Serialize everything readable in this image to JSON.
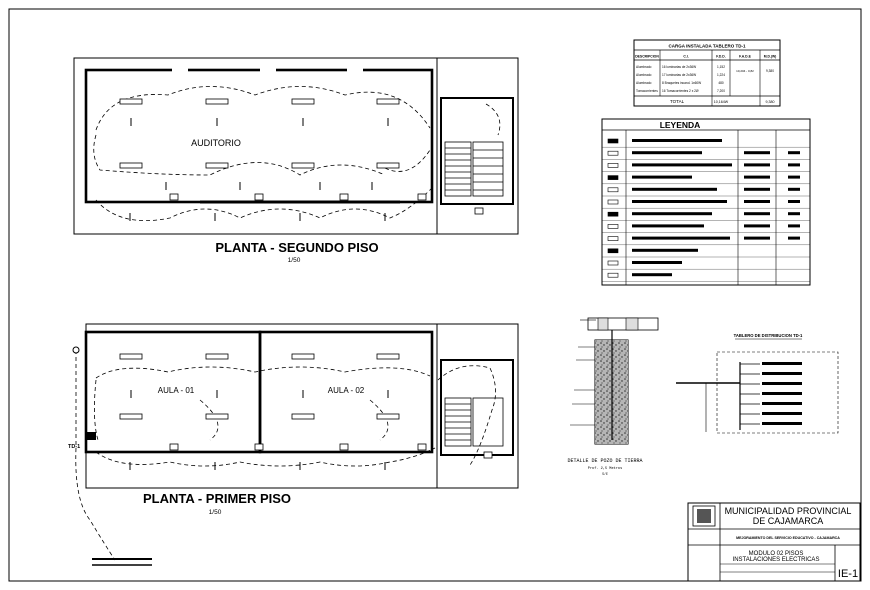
{
  "plans": {
    "upper": {
      "title": "PLANTA - SEGUNDO PISO",
      "scale": "1/50",
      "room": "AUDITORIO"
    },
    "lower": {
      "title": "PLANTA - PRIMER PISO",
      "scale": "1/50",
      "rooms": [
        "AULA - 01",
        "AULA - 02"
      ],
      "panel_tag": "TD-1"
    }
  },
  "load_table": {
    "title": "CARGA INSTALADA TABLERO TD-1",
    "headers": [
      "DESCRIPCION",
      "C.I.",
      "F.D.D.",
      "F.A.D.E",
      "M.D.(W)"
    ],
    "rows": [
      [
        "Alumbrado",
        "16 luminarias de 2x36W",
        "1,152",
        "10,204 - 0,82",
        "9,380"
      ],
      [
        "Alumbrado",
        "17 luminarias de 2x36W",
        "1,224",
        "",
        ""
      ],
      [
        "Alumbrado",
        "8 Braquetes incand. 1x60W",
        "480",
        "",
        ""
      ],
      [
        "Tomacorrientes",
        "16 Tomacorrientes 2 x 2Ø",
        "7,200",
        "",
        ""
      ]
    ],
    "total_label": "TOTAL",
    "total_ci": "10,164W",
    "total_md": "9,380"
  },
  "legend": {
    "title": "LEYENDA",
    "row_count": 12
  },
  "well_detail": {
    "title": "DETALLE DE POZO DE TIERRA",
    "subtitle": "Prof. 2,5 Metros",
    "scale": "S/E"
  },
  "board_schematic": {
    "title": "TABLERO DE DISTRIBUCION TD-1"
  },
  "title_block": {
    "org_line1": "MUNICIPALIDAD PROVINCIAL",
    "org_line2": "DE CAJAMARCA",
    "project": "MEJORAMIENTO DEL SERVICIO EDUCATIVO - CAJAMARCA",
    "module_line1": "MODULO 02 PISOS",
    "module_line2": "INSTALACIONES ELECTRICAS",
    "sheet": "IE-1"
  }
}
